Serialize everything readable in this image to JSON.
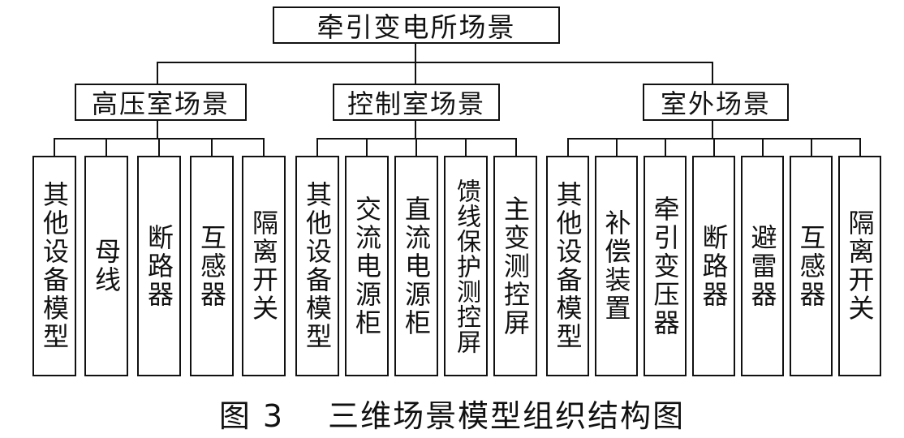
{
  "root": {
    "label": "牵引变电所场景"
  },
  "categories": [
    {
      "label": "高压室场景",
      "items": [
        "其他设备模型",
        "母线",
        "断路器",
        "互感器",
        "隔离开关"
      ]
    },
    {
      "label": "控制室场景",
      "items": [
        "其他设备模型",
        "交流电源柜",
        "直流电源柜",
        "馈线保护测控屏",
        "主变测控屏"
      ]
    },
    {
      "label": "室外场景",
      "items": [
        "其他设备模型",
        "补偿装置",
        "牵引变压器",
        "断路器",
        "避雷器",
        "互感器",
        "隔离开关"
      ]
    }
  ],
  "caption": "图 3　 三维场景模型组织结构图"
}
